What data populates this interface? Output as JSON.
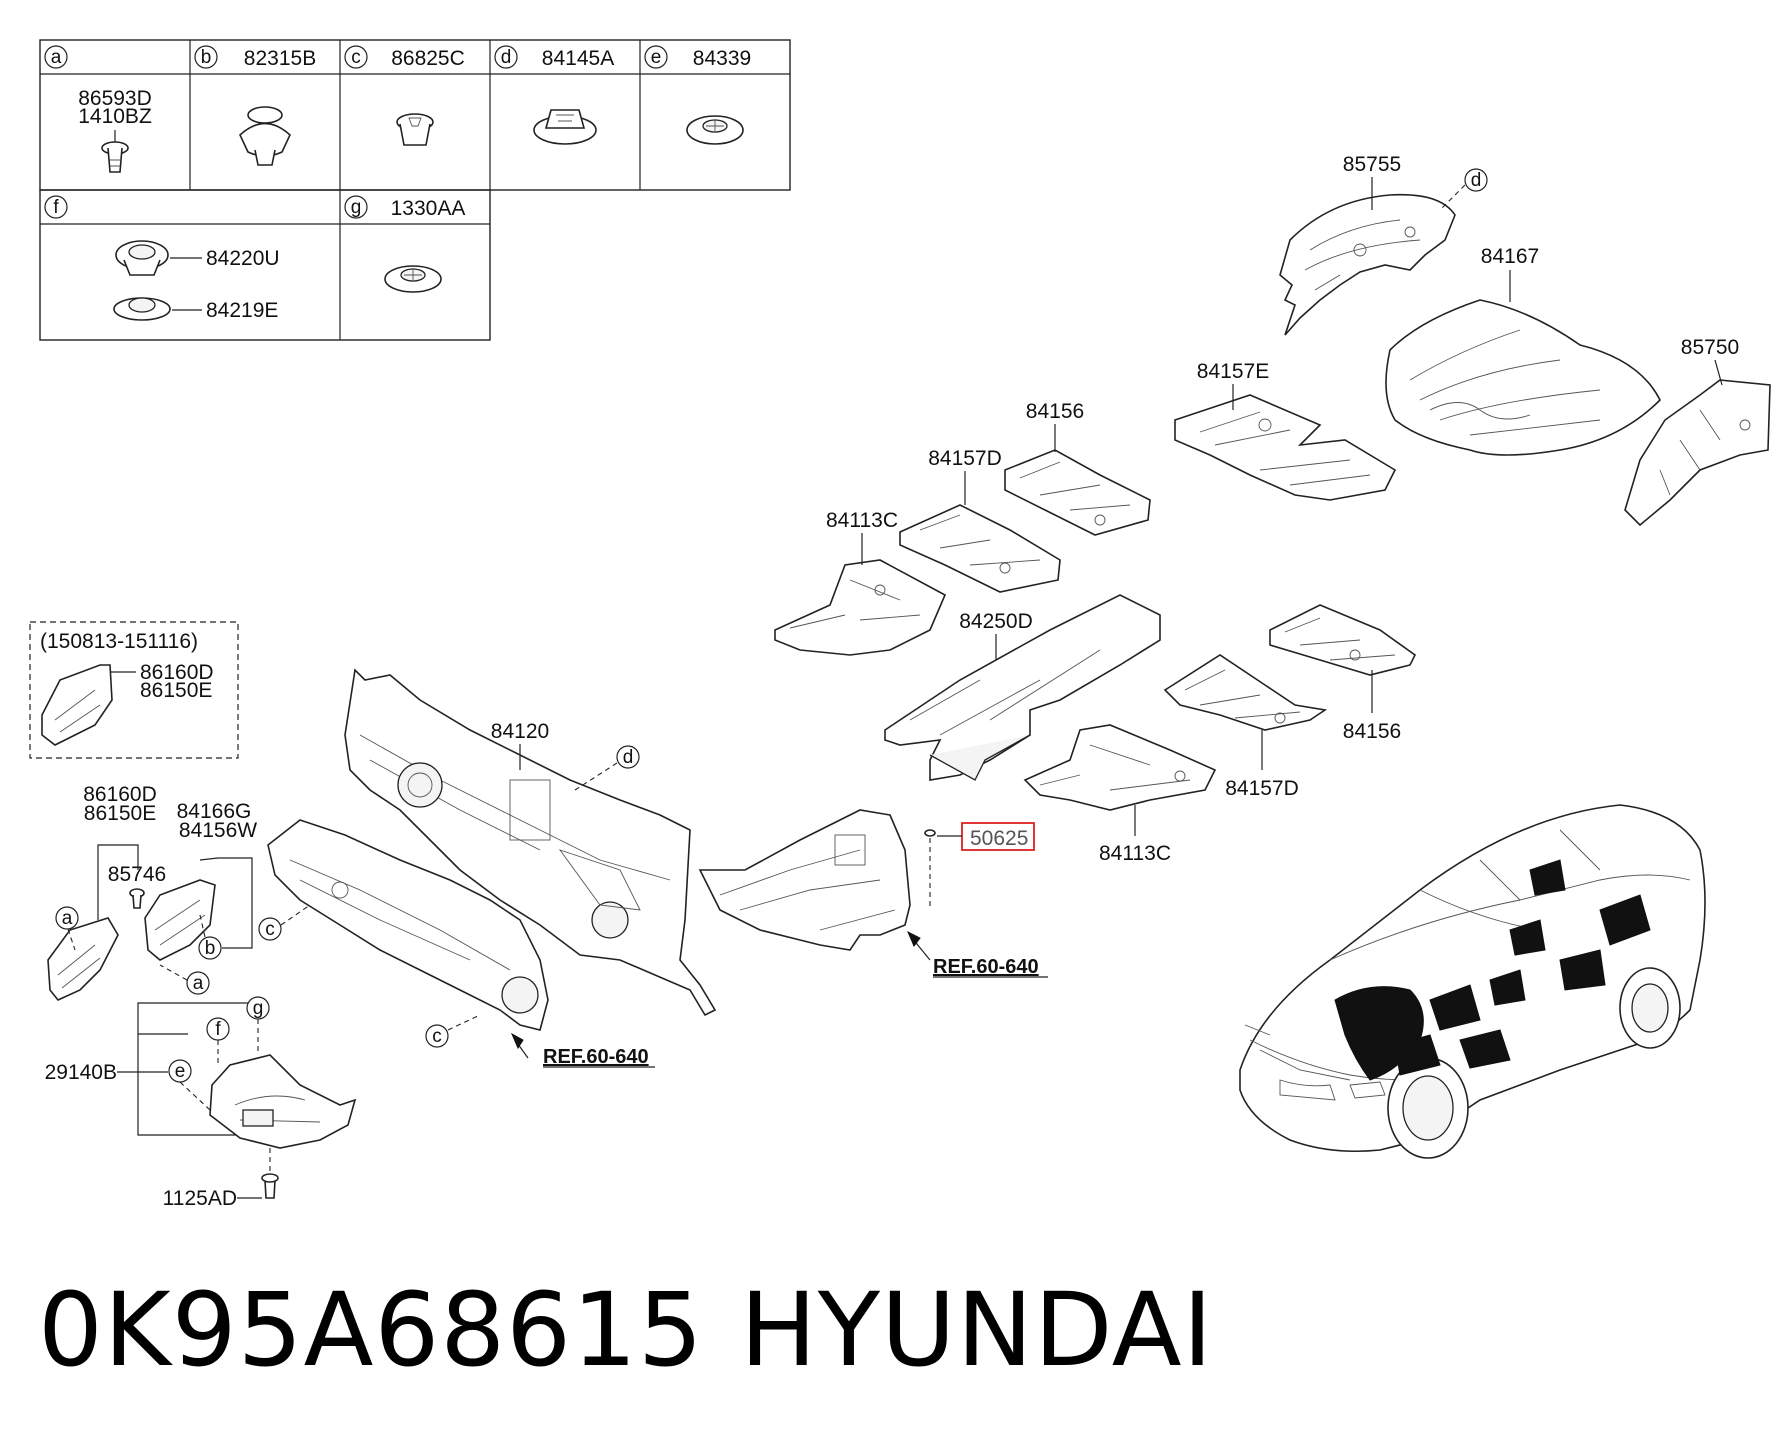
{
  "legend": {
    "cells": [
      {
        "letter": "a",
        "parts": [
          "86593D",
          "1410BZ"
        ]
      },
      {
        "letter": "b",
        "parts": [
          "82315B"
        ]
      },
      {
        "letter": "c",
        "parts": [
          "86825C"
        ]
      },
      {
        "letter": "d",
        "parts": [
          "84145A"
        ]
      },
      {
        "letter": "e",
        "parts": [
          "84339"
        ]
      },
      {
        "letter": "f",
        "parts": [
          "84220U",
          "84219E"
        ]
      },
      {
        "letter": "g",
        "parts": [
          "1330AA"
        ]
      }
    ]
  },
  "callouts": {
    "p85755": "85755",
    "p84167": "84167",
    "p85750": "85750",
    "p84157E": "84157E",
    "p84156_top": "84156",
    "p84157D_top": "84157D",
    "p84113C_top": "84113C",
    "p84250D": "84250D",
    "p84156_bot": "84156",
    "p84157D_bot": "84157D",
    "p84113C_bot": "84113C",
    "p84120": "84120",
    "p50625": "50625",
    "dated_range": "(150813-151116)",
    "dated_a": "86160D",
    "dated_b": "86150E",
    "left_a": "86160D",
    "left_b": "86150E",
    "left_c": "84166G",
    "left_d": "84156W",
    "left_e": "85746",
    "p29140B": "29140B",
    "p1125AD": "1125AD",
    "ref1": "REF.60-640",
    "ref2": "REF.60-640",
    "letters": {
      "a": "a",
      "b": "b",
      "c": "c",
      "d": "d",
      "e": "e",
      "f": "f",
      "g": "g"
    }
  },
  "highlight_color": "#e02020",
  "footer": {
    "part_number": "0K95A68615",
    "brand": "HYUNDAI"
  }
}
